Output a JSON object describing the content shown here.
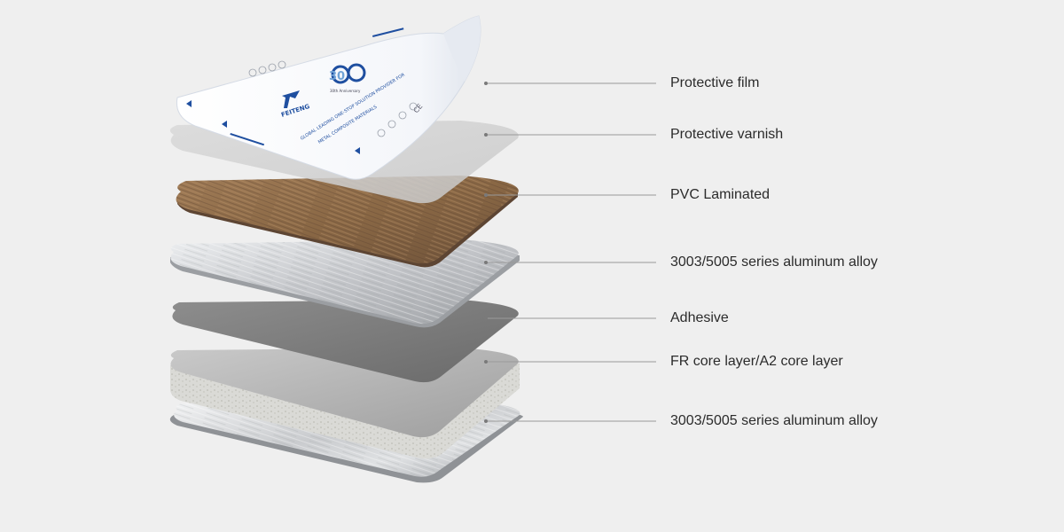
{
  "layers": [
    {
      "id": "protective-film",
      "label": "Protective film"
    },
    {
      "id": "protective-varnish",
      "label": "Protective varnish"
    },
    {
      "id": "pvc-laminated",
      "label": "PVC Laminated"
    },
    {
      "id": "aluminum-top",
      "label": "3003/5005 series aluminum alloy"
    },
    {
      "id": "adhesive",
      "label": "Adhesive"
    },
    {
      "id": "core",
      "label": "FR core layer/A2 core layer"
    },
    {
      "id": "aluminum-bottom",
      "label": "3003/5005 series aluminum alloy"
    }
  ],
  "film": {
    "brand": "FEITENG",
    "slogan_line1": "GLOBAL LEADING ONE-STOP SOLUTION PROVIDER FOR",
    "slogan_line2": "METAL COMPOSITE MATERIALS",
    "anniversary_number": "30",
    "anniversary_text": "30th Anniversary",
    "ce_mark": "CE"
  },
  "colors": {
    "background": "#efefef",
    "leader_line": "#9a9a9a",
    "film_blue": "#1f4fa0",
    "wood": "#8b6a48",
    "aluminum": "#c4c6c9",
    "adhesive": "#7a7a7a",
    "core": "#d9d9d6"
  }
}
